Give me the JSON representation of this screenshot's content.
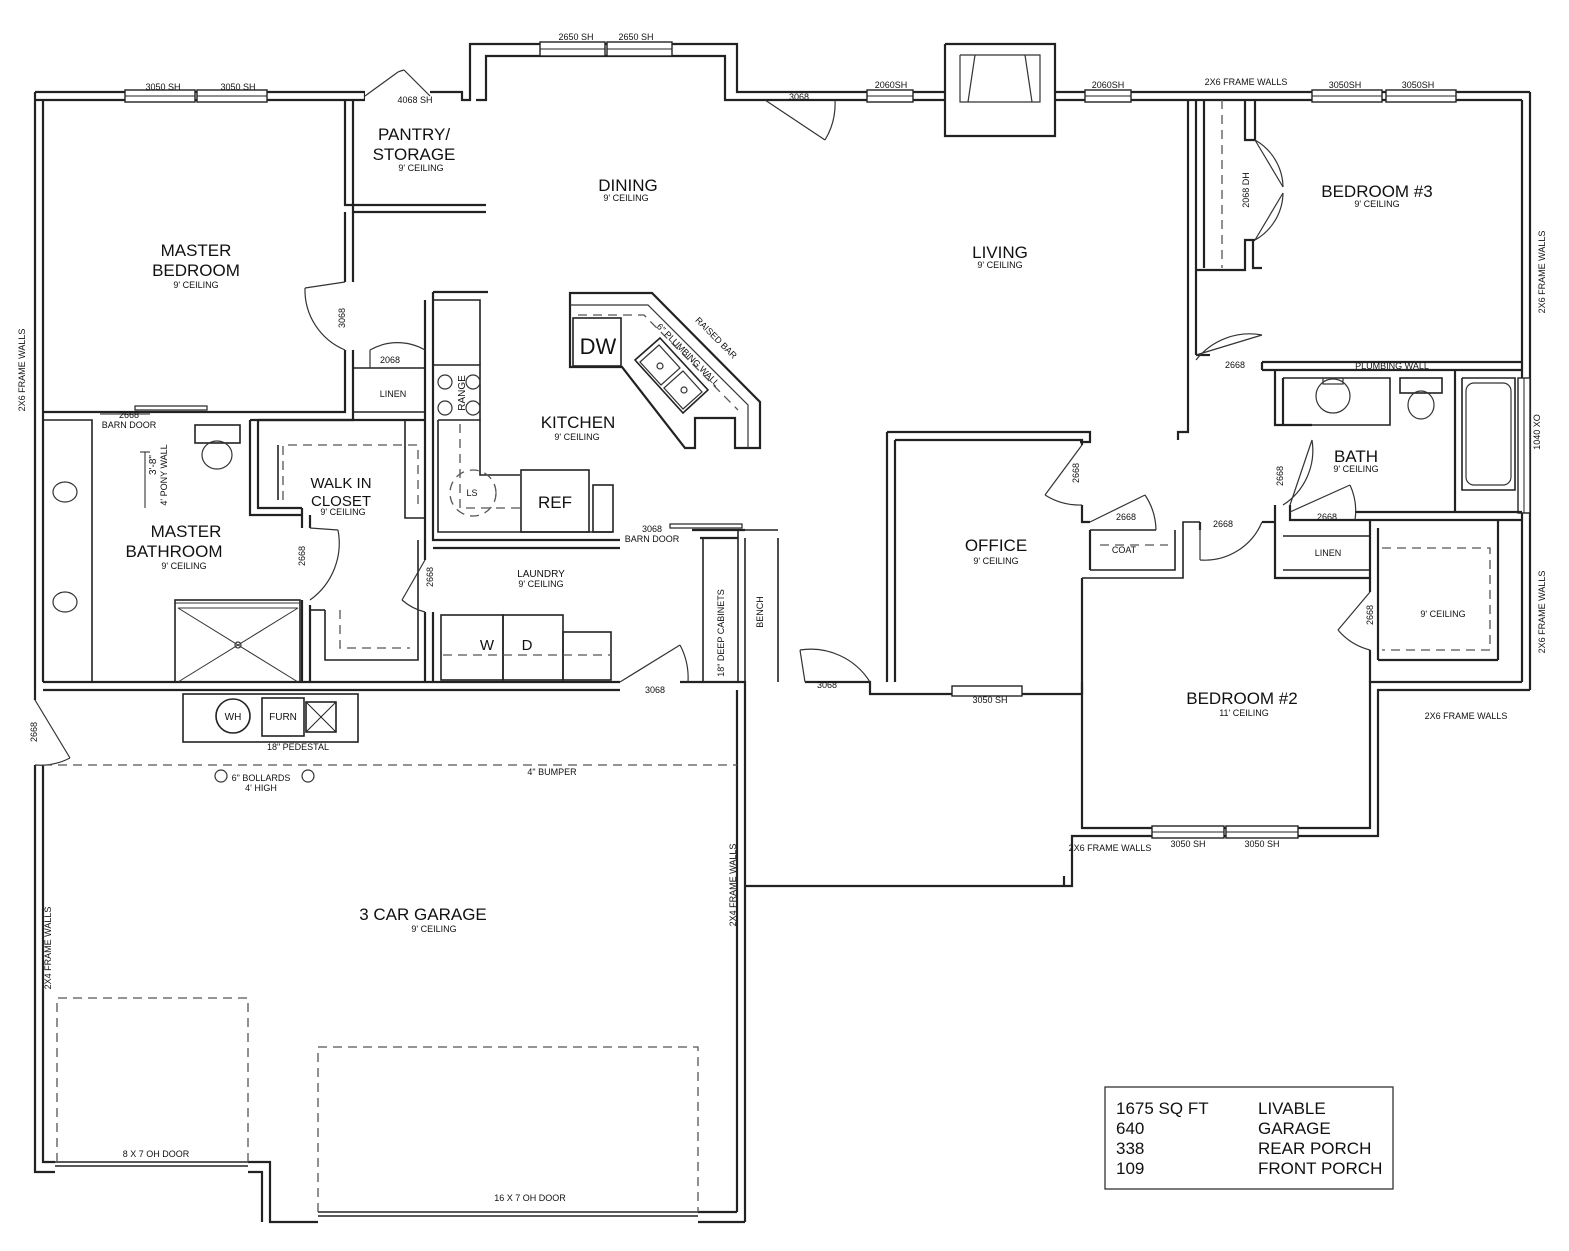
{
  "rooms": {
    "master_bedroom": [
      "MASTER",
      "BEDROOM"
    ],
    "pantry": [
      "PANTRY/",
      "STORAGE"
    ],
    "dining": "DINING",
    "living": "LIVING",
    "bedroom3": "BEDROOM #3",
    "kitchen": "KITCHEN",
    "walk_in_closet": [
      "WALK IN",
      "CLOSET"
    ],
    "master_bathroom": [
      "MASTER",
      "BATHROOM"
    ],
    "laundry": "LAUNDRY",
    "office": "OFFICE",
    "bath": "BATH",
    "bedroom2": "BEDROOM #2",
    "garage": "3 CAR GARAGE"
  },
  "ceilings": {
    "nine": "9' CEILING",
    "eleven": "11' CEILING"
  },
  "windows": {
    "w3050": "3050 SH",
    "w2650": "2650 SH",
    "w4068": "4068 SH",
    "w2060": "2060SH",
    "w3050b": "3050SH",
    "w2068dh": "2068 DH",
    "w1040xo": "1040 XO"
  },
  "doors": {
    "d3068": "3068",
    "d2068": "2068",
    "d2668": "2668",
    "barn_door": "BARN DOOR",
    "oh8x7": "8 X 7 OH DOOR",
    "oh16x7": "16 X 7 OH DOOR"
  },
  "walls": {
    "frame2x6": "2X6 FRAME WALLS",
    "frame2x4": "2X4 FRAME WALLS",
    "plumbing_wall": "PLUMBING WALL",
    "plumbing_wall_6": "6\" PLUMBING WALL",
    "raised_bar": "RAISED BAR",
    "pony_wall": "4' PONY WALL",
    "pony_dim": "3'-8\""
  },
  "fixtures": {
    "dw": "DW",
    "ref": "REF",
    "range": "RANGE",
    "ls": "LS",
    "washer": "W",
    "dryer": "D",
    "wh": "WH",
    "furn": "FURN",
    "linen": "LINEN",
    "coat": "COAT",
    "cabinets": "18\" DEEP CABINETS",
    "bench": "BENCH",
    "pedestal": "18\" PEDESTAL",
    "bollards": "6\" BOLLARDS",
    "bollards_high": "4' HIGH",
    "bumper": "4\" BUMPER"
  },
  "legend": [
    {
      "value": "1675 SQ FT",
      "label": "LIVABLE"
    },
    {
      "value": "640",
      "label": "GARAGE"
    },
    {
      "value": "338",
      "label": "REAR PORCH"
    },
    {
      "value": "109",
      "label": "FRONT PORCH"
    }
  ]
}
